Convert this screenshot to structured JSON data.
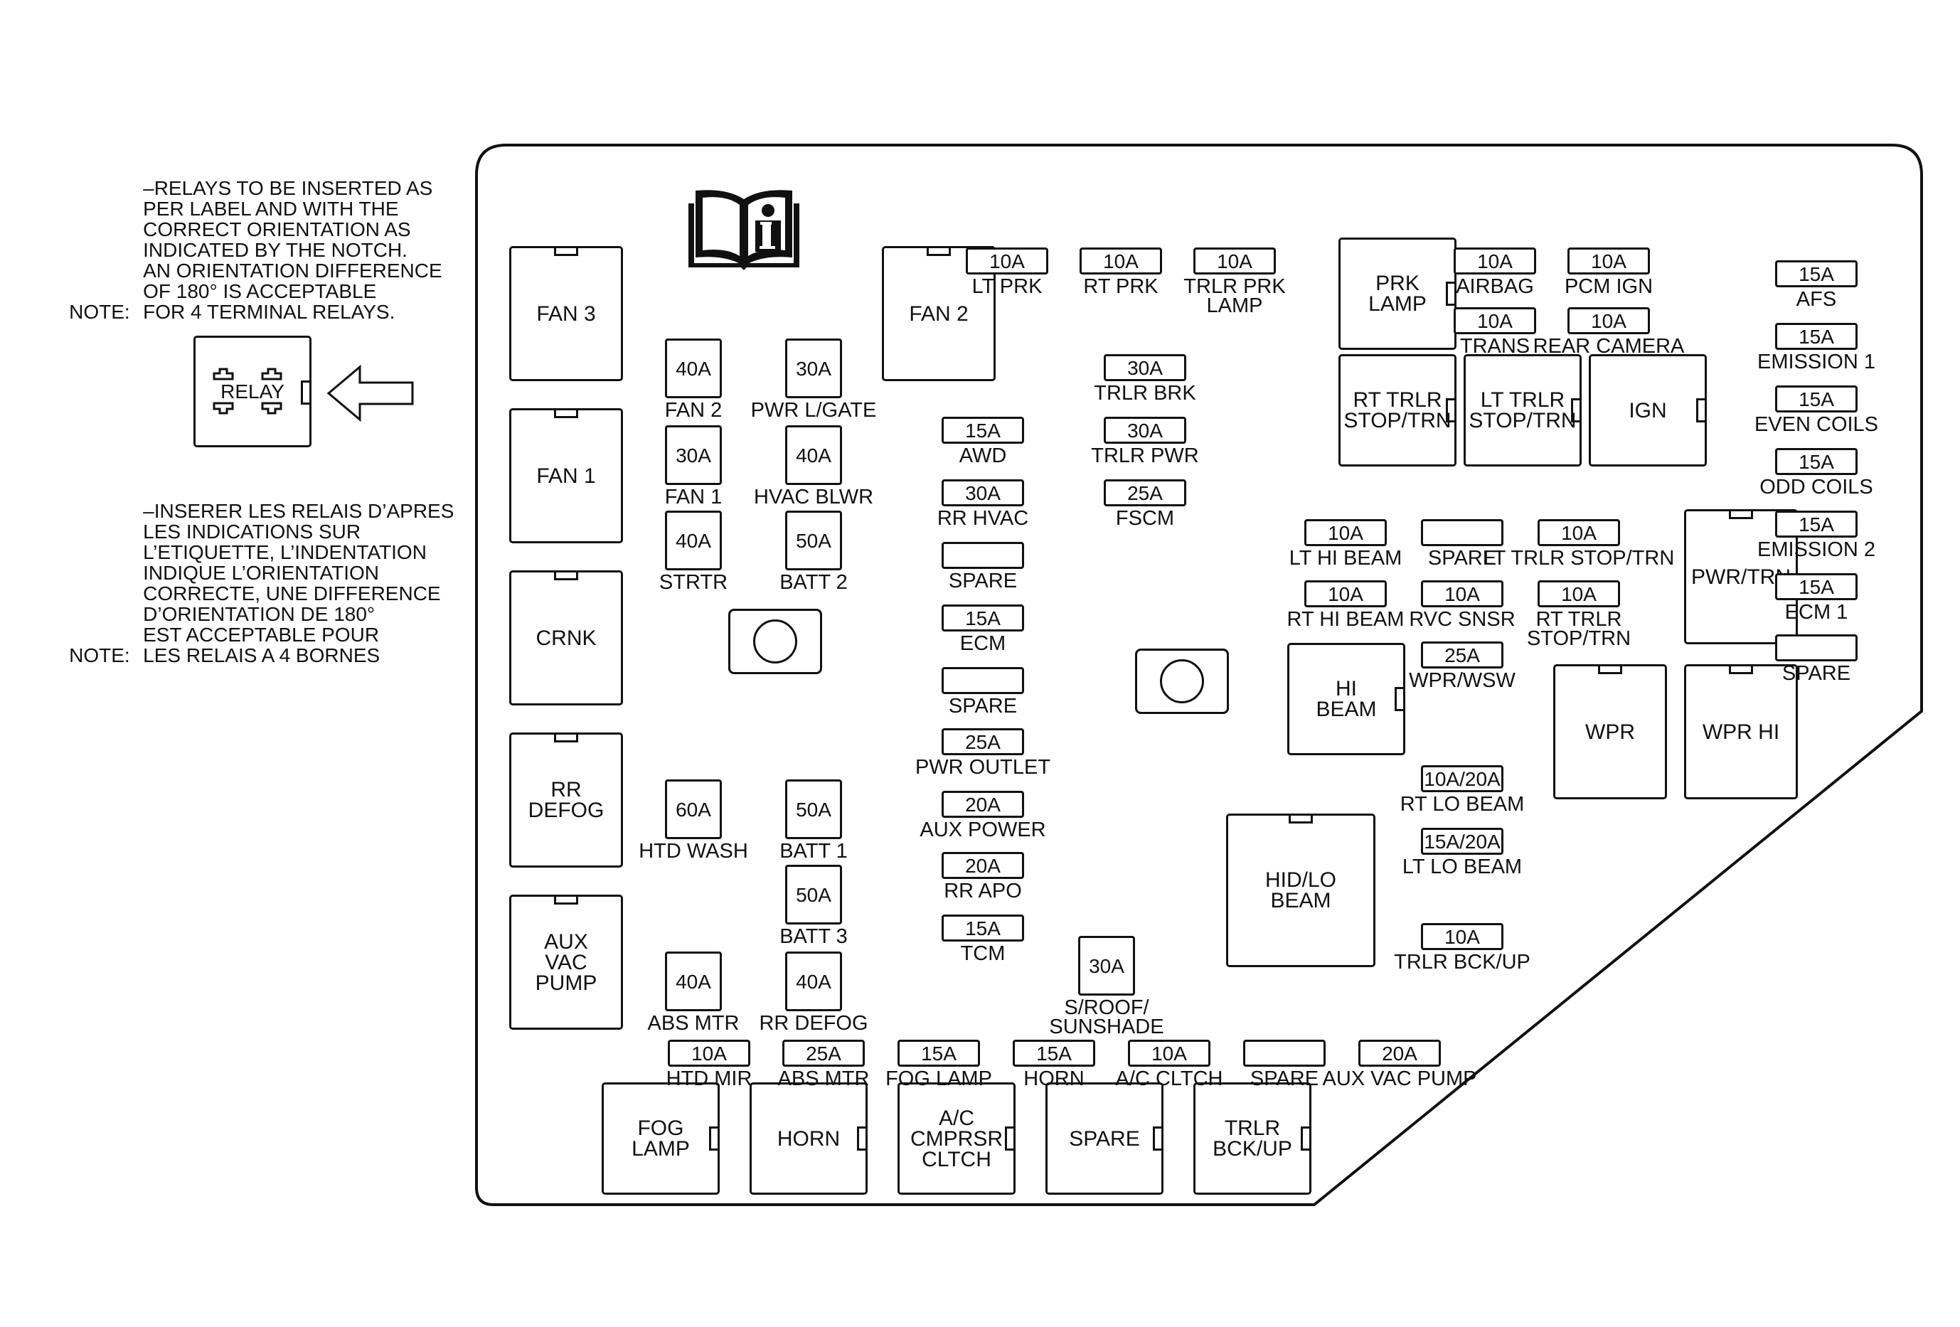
{
  "notes": {
    "en": {
      "label": "NOTE:",
      "lines": [
        "–RELAYS TO BE INSERTED AS",
        "PER LABEL AND WITH THE",
        "CORRECT ORIENTATION AS",
        "INDICATED BY THE NOTCH.",
        "AN ORIENTATION DIFFERENCE",
        "OF 180° IS ACCEPTABLE",
        "FOR 4 TERMINAL RELAYS."
      ]
    },
    "fr": {
      "label": "NOTE:",
      "lines": [
        "–INSERER LES RELAIS D’APRES",
        "LES INDICATIONS SUR",
        "L’ETIQUETTE, L’INDENTATION",
        "INDIQUE L’ORIENTATION",
        "CORRECTE, UNE DIFFERENCE",
        "D’ORIENTATION DE 180°",
        "EST ACCEPTABLE POUR",
        "LES RELAIS A 4 BORNES"
      ]
    }
  },
  "relay_legend": {
    "label": "RELAY"
  },
  "fuses": [
    {
      "rating": "10A",
      "label": "LT PRK"
    },
    {
      "rating": "10A",
      "label": "RT PRK"
    },
    {
      "rating": "10A",
      "label": "TRLR PRK\nLAMP"
    },
    {
      "rating": "10A",
      "label": "AIRBAG"
    },
    {
      "rating": "10A",
      "label": "PCM IGN"
    },
    {
      "rating": "10A",
      "label": "TRANS"
    },
    {
      "rating": "10A",
      "label": "REAR CAMERA"
    },
    {
      "rating": "15A",
      "label": "AFS"
    },
    {
      "rating": "15A",
      "label": "EMISSION 1"
    },
    {
      "rating": "15A",
      "label": "EVEN COILS"
    },
    {
      "rating": "15A",
      "label": "ODD COILS"
    },
    {
      "rating": "15A",
      "label": "EMISSION 2"
    },
    {
      "rating": "15A",
      "label": "ECM 1"
    },
    {
      "rating": "",
      "label": "SPARE"
    },
    {
      "rating": "40A",
      "label": "FAN 2"
    },
    {
      "rating": "30A",
      "label": "PWR L/GATE"
    },
    {
      "rating": "30A",
      "label": "FAN 1"
    },
    {
      "rating": "40A",
      "label": "HVAC BLWR"
    },
    {
      "rating": "40A",
      "label": "STRTR"
    },
    {
      "rating": "50A",
      "label": "BATT 2"
    },
    {
      "rating": "30A",
      "label": "TRLR BRK"
    },
    {
      "rating": "30A",
      "label": "TRLR PWR"
    },
    {
      "rating": "25A",
      "label": "FSCM"
    },
    {
      "rating": "15A",
      "label": "AWD"
    },
    {
      "rating": "30A",
      "label": "RR HVAC"
    },
    {
      "rating": "",
      "label": "SPARE"
    },
    {
      "rating": "15A",
      "label": "ECM"
    },
    {
      "rating": "",
      "label": "SPARE"
    },
    {
      "rating": "25A",
      "label": "PWR OUTLET"
    },
    {
      "rating": "20A",
      "label": "AUX POWER"
    },
    {
      "rating": "20A",
      "label": "RR APO"
    },
    {
      "rating": "15A",
      "label": "TCM"
    },
    {
      "rating": "10A",
      "label": "LT HI BEAM"
    },
    {
      "rating": "",
      "label": "SPARE"
    },
    {
      "rating": "10A",
      "label": "LT TRLR STOP/TRN"
    },
    {
      "rating": "10A",
      "label": "RT HI BEAM"
    },
    {
      "rating": "10A",
      "label": "RVC SNSR"
    },
    {
      "rating": "10A",
      "label": "RT TRLR\nSTOP/TRN"
    },
    {
      "rating": "25A",
      "label": "WPR/WSW"
    },
    {
      "rating": "10A/20A",
      "label": "RT LO BEAM"
    },
    {
      "rating": "15A/20A",
      "label": "LT LO BEAM"
    },
    {
      "rating": "10A",
      "label": "TRLR BCK/UP"
    },
    {
      "rating": "60A",
      "label": "HTD WASH"
    },
    {
      "rating": "50A",
      "label": "BATT 1"
    },
    {
      "rating": "50A",
      "label": "BATT 3"
    },
    {
      "rating": "40A",
      "label": "ABS MTR"
    },
    {
      "rating": "40A",
      "label": "RR DEFOG"
    },
    {
      "rating": "30A",
      "label": "S/ROOF/\nSUNSHADE"
    },
    {
      "rating": "10A",
      "label": "HTD MIR"
    },
    {
      "rating": "25A",
      "label": "ABS MTR"
    },
    {
      "rating": "15A",
      "label": "FOG LAMP"
    },
    {
      "rating": "15A",
      "label": "HORN"
    },
    {
      "rating": "10A",
      "label": "A/C CLTCH"
    },
    {
      "rating": "",
      "label": "SPARE"
    },
    {
      "rating": "20A",
      "label": "AUX VAC PUMP"
    }
  ],
  "relays": [
    {
      "label": "FAN 3"
    },
    {
      "label": "FAN 1"
    },
    {
      "label": "CRNK"
    },
    {
      "label": "RR\nDEFOG"
    },
    {
      "label": "AUX\nVAC\nPUMP"
    },
    {
      "label": "FAN 2"
    },
    {
      "label": "PRK\nLAMP"
    },
    {
      "label": "RT TRLR\nSTOP/TRN"
    },
    {
      "label": "LT TRLR\nSTOP/TRN"
    },
    {
      "label": "IGN"
    },
    {
      "label": "PWR/TRN"
    },
    {
      "label": "HI\nBEAM"
    },
    {
      "label": "WPR"
    },
    {
      "label": "WPR HI"
    },
    {
      "label": "HID/LO\nBEAM"
    },
    {
      "label": "FOG\nLAMP"
    },
    {
      "label": "HORN"
    },
    {
      "label": "A/C\nCMPRSR\nCLTCH"
    },
    {
      "label": "SPARE"
    },
    {
      "label": "TRLR\nBCK/UP"
    }
  ],
  "icons": [
    "manual-info-icon",
    "relay-arrow-icon"
  ]
}
